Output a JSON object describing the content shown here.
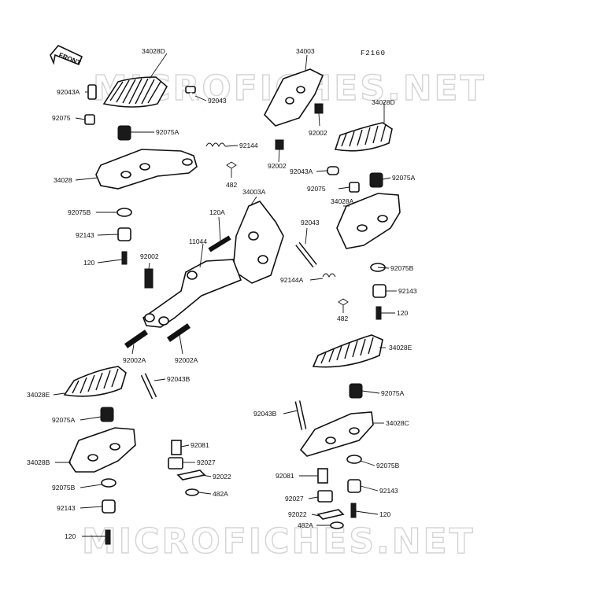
{
  "diagram_code": "F2160",
  "front_arrow_label": "FRONT",
  "watermark_top": "MICROFICHES.NET",
  "watermark_bottom": "MICROFICHES.NET",
  "labels": {
    "p34028D_top": "34028D",
    "p34003": "34003",
    "p92043A_top": "92043A",
    "p92043_top": "92043",
    "p92075": "92075",
    "p92075A_left": "92075A",
    "p92144": "92144",
    "p34028": "34028",
    "p482_top": "482",
    "p92075B_left": "92075B",
    "p92143_left": "92143",
    "p120_left": "120",
    "p34028D_right": "34028D",
    "p92002_a": "92002",
    "p92002_b": "92002",
    "p92043A_right": "92043A",
    "p92075_right": "92075",
    "p92075A_right": "92075A",
    "p34028A": "34028A",
    "p34003A": "34003A",
    "p120A": "120A",
    "p11044": "11044",
    "p92002_c": "92002",
    "p92043_mid": "92043",
    "p92075B_right": "92075B",
    "p92144A": "92144A",
    "p92143_right": "92143",
    "p120_right": "120",
    "p482_mid": "482",
    "p92002A_a": "92002A",
    "p92002A_b": "92002A",
    "p34028E_right": "34028E",
    "p34028E_left": "34028E",
    "p92043B_left": "92043B",
    "p92075A_lower_left": "92075A",
    "p92075A_lower_right": "92075A",
    "p92043B_right": "92043B",
    "p34028C": "34028C",
    "p34028B": "34028B",
    "p92081_left": "92081",
    "p92027_left": "92027",
    "p92022_left": "92022",
    "p482A_left": "482A",
    "p92075B_lower_left": "92075B",
    "p92075B_lower_right": "92075B",
    "p92081_right": "92081",
    "p92143_lower_left": "92143",
    "p92143_lower_right": "92143",
    "p92027_right": "92027",
    "p120_lower_right": "120",
    "p92022_right": "92022",
    "p482A_right": "482A",
    "p120_lower_left": "120"
  },
  "colors": {
    "ink": "#111111",
    "watermark": "#d4d4d4",
    "background": "#ffffff"
  }
}
